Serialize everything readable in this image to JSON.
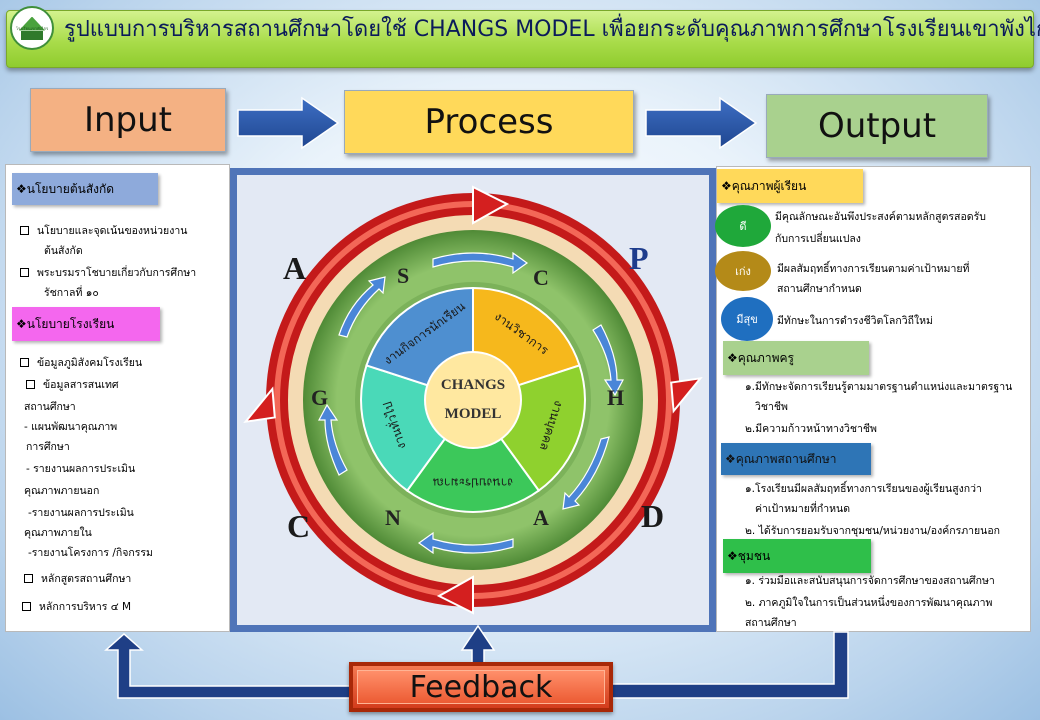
{
  "title": "รูปแบบการบริหารสถานศึกษาโดยใช้ CHANGS MODEL เพื่อยกระดับคุณภาพการศึกษาโรงเรียนเขาพังไกร",
  "logo": {
    "text": "โรงเรียนเขาพังไกร",
    "icon": "school-logo-icon"
  },
  "flow": {
    "input": "Input",
    "process": "Process",
    "output": "Output",
    "feedback": "Feedback"
  },
  "left_panel": {
    "section1": {
      "header": "❖นโยบายต้นสังกัด",
      "items": [
        "นโยบายและจุดเน้นของหน่วยงาน",
        "ต้นสังกัด",
        "พระบรมราโชบายเกี่ยวกับการศึกษา",
        "รัชกาลที่ ๑๐"
      ]
    },
    "section2": {
      "header": "❖นโยบายโรงเรียน",
      "items": [
        "ข้อมูลภูมิสังคมโรงเรียน",
        "ข้อมูลสารสนเทศ",
        "สถานศึกษา",
        "- แผนพัฒนาคุณภาพ",
        "การศึกษา",
        "- รายงานผลการประเมิน",
        "คุณภาพภายนอก",
        "-รายงานผลการประเมิน",
        "คุณภาพภายใน",
        "-รายงานโครงการ /กิจกรรม",
        "หลักสูตรสถานศึกษา",
        "หลักการบริหาร ๔ M"
      ]
    }
  },
  "right_panel": {
    "learner": {
      "header": "❖คุณภาพผู้เรียน",
      "levels": [
        {
          "badge": "ดี",
          "text": [
            "มีคุณลักษณะอันพึงประสงค์ตามหลักสูตรสอดรับ",
            "กับการเปลี่ยนแปลง"
          ]
        },
        {
          "badge": "เก่ง",
          "text": [
            "มีผลสัมฤทธิ์ทางการเรียนตามค่าเป้าหมายที่",
            "สถานศึกษากำหนด"
          ]
        },
        {
          "badge": "มีสุข",
          "text": [
            "มีทักษะในการดำรงชีวิตโลกวิถีใหม่"
          ]
        }
      ]
    },
    "teacher": {
      "header": "❖คุณภาพครู",
      "items": [
        "๑.มีทักษะจัดการเรียนรู้ตามมาตรฐานตำแหน่งและมาตรฐาน",
        "วิชาชีพ",
        "๒.มีความก้าวหน้าทางวิชาชีพ"
      ]
    },
    "school": {
      "header": "❖คุณภาพสถานศึกษา",
      "items": [
        "๑.โรงเรียนมีผลสัมฤทธิ์ทางการเรียนของผู้เรียนสูงกว่า",
        "ค่าเป้าหมายที่กำหนด",
        "๒. ได้รับการยอมรับจากชุมชน/หน่วยงาน/องค์กรภายนอก"
      ]
    },
    "community": {
      "header": "❖ชุมชน",
      "items": [
        "๑. ร่วมมือและสนับสนุนการจัดการศึกษาของสถานศึกษา",
        "๒. ภาคภูมิใจในการเป็นส่วนหนึ่งของการพัฒนาคุณภาพ",
        "สถานศึกษา"
      ]
    }
  },
  "cycle": {
    "pdca": [
      "P",
      "D",
      "C",
      "A"
    ],
    "letters": [
      "S",
      "C",
      "H",
      "A",
      "N",
      "G"
    ],
    "segments": [
      "งานวิชาการ",
      "งานบุคคล",
      "งานงบประมาณ",
      "งานทั่วไป",
      "งานกิจการนักเรียน"
    ],
    "center": [
      "CHANGS",
      "MODEL"
    ]
  },
  "colors": {
    "red": "#d41f1f",
    "green_ring": "#6aa84f",
    "seg_academic": "#f6b81c",
    "seg_personnel": "#8fd12e",
    "seg_budget": "#3cc85a",
    "seg_general": "#4ad9b8",
    "seg_student": "#4e8fd0",
    "center": "#ffe8a0"
  }
}
